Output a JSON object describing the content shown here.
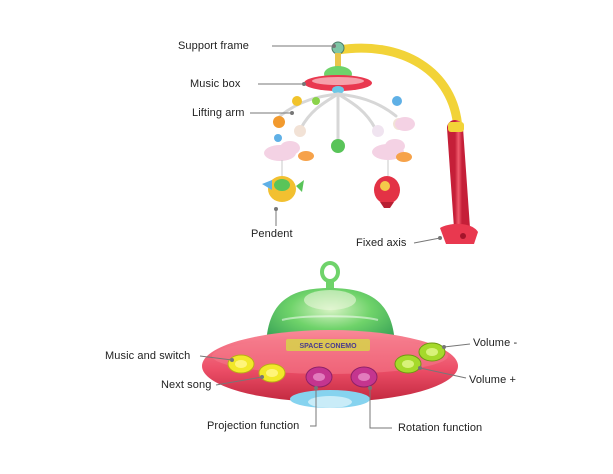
{
  "labels": {
    "support_frame": "Support frame",
    "music_box": "Music box",
    "lifting_arm": "Lifting arm",
    "pendent": "Pendent",
    "fixed_axis": "Fixed axis",
    "music_and_switch": "Music and switch",
    "next_song": "Next song",
    "projection_function": "Projection function",
    "rotation_function": "Rotation function",
    "volume_minus": "Volume -",
    "volume_plus": "Volume +"
  },
  "base_strip_text": "SPACE CONEMO",
  "colors": {
    "frame_yellow": "#f2d338",
    "axis_red": "#e9384f",
    "base_pink": "#ef5f74",
    "dome_green": "#58c957",
    "button_yellow": "#f2e82a",
    "button_magenta": "#c4358f",
    "button_lime": "#a5d92b",
    "leader_gray": "#777777"
  }
}
